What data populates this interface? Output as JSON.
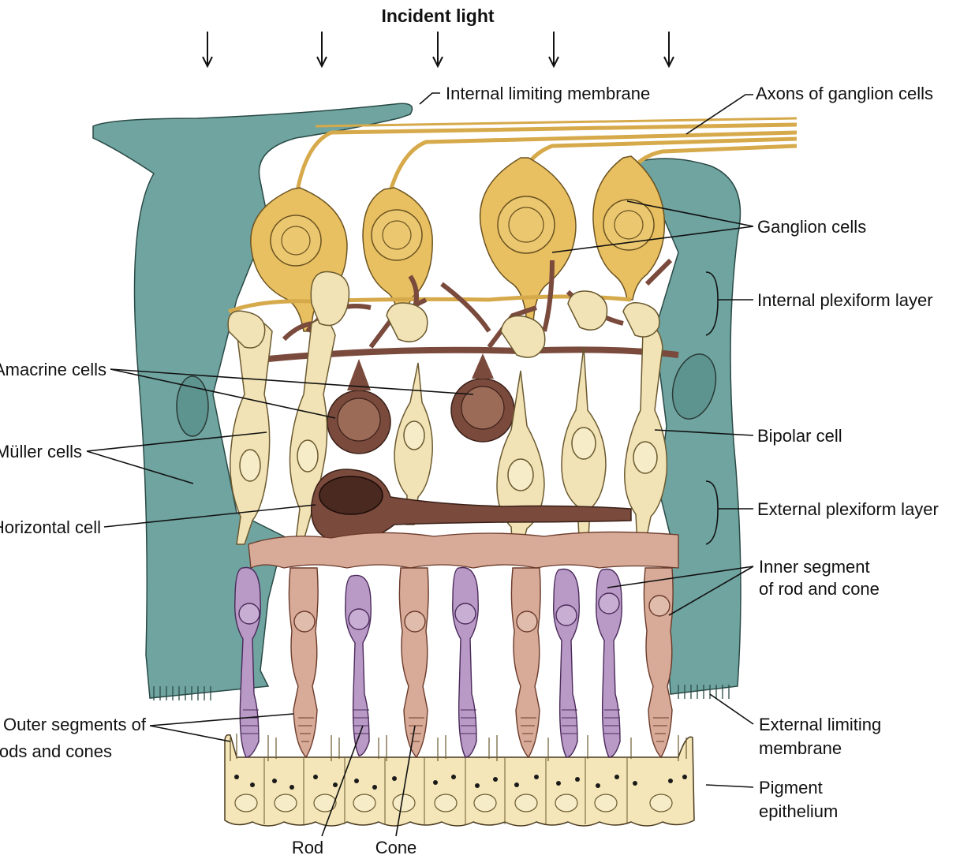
{
  "title": "Incident light",
  "colors": {
    "muller": "#6fa4a0",
    "ganglion": "#e8c061",
    "bipolar": "#f2e3b6",
    "amacrine": "#8c5a4a",
    "horizontal": "#7a4a3c",
    "rod": "#b99ac6",
    "cone": "#d8aa98",
    "pigment": "#f4e6b8"
  },
  "labels": {
    "internal_limiting_membrane": "Internal limiting membrane",
    "axons_of_ganglion_cells": "Axons of ganglion cells",
    "ganglion_cells": "Ganglion cells",
    "internal_plexiform_layer": "Internal plexiform layer",
    "amacrine_cells": "Amacrine cells",
    "muller_cells": "Müller cells",
    "bipolar_cell": "Bipolar cell",
    "horizontal_cell": "Horizontal cell",
    "external_plexiform_layer": "External plexiform layer",
    "inner_segment_line1": "Inner segment",
    "inner_segment_line2": "of rod and cone",
    "outer_segments_line1": "Outer segments of",
    "outer_segments_line2": "rods and cones",
    "external_limiting_line1": "External limiting",
    "external_limiting_line2": "membrane",
    "pigment_line1": "Pigment",
    "pigment_line2": "epithelium",
    "rod": "Rod",
    "cone": "Cone"
  }
}
